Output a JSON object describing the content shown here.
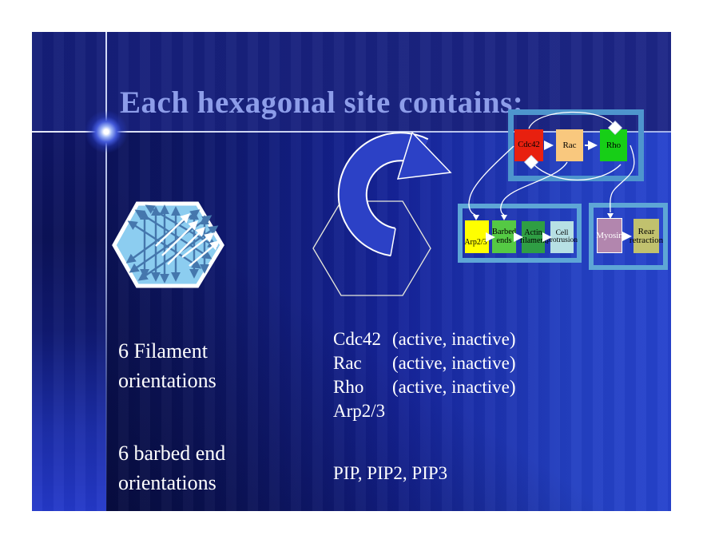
{
  "slide": {
    "title": "Each hexagonal site contains:",
    "captions": {
      "filament": "6 Filament\norientations",
      "barbed": "6 barbed end\norientations"
    },
    "contents_list": {
      "rows": [
        {
          "name": "Cdc42",
          "detail": "(active, inactive)"
        },
        {
          "name": "Rac",
          "detail": "(active, inactive)"
        },
        {
          "name": "Rho",
          "detail": "(active, inactive)"
        },
        {
          "name": "Arp2/3",
          "detail": ""
        }
      ],
      "footer": "PIP, PIP2, PIP3"
    },
    "diagram": {
      "top_group": [
        {
          "label": "Cdc42",
          "color": "#e8200f"
        },
        {
          "label": "Rac",
          "color": "#f9c87e"
        },
        {
          "label": "Rho",
          "color": "#17ce17"
        }
      ],
      "middle_group": [
        {
          "label": "Arp2/3",
          "color": "#ffff00"
        },
        {
          "label": "Barbed\nends",
          "color": "#55c944"
        },
        {
          "label": "Actin\nfilament",
          "color": "#2f9e44"
        },
        {
          "label": "Cell\nprotrusion",
          "color": "#b7e0e4"
        }
      ],
      "right_group": [
        {
          "label": "Myosin",
          "color": "#b286ae"
        },
        {
          "label": "Rear\nretraction",
          "color": "#c1c16e"
        }
      ]
    },
    "colors": {
      "group_border": "#579fd3",
      "hexagon_fill": "#8ccdf0",
      "swoosh_fill": "#2c41c6",
      "steel_arrow": "#4577ad"
    }
  }
}
